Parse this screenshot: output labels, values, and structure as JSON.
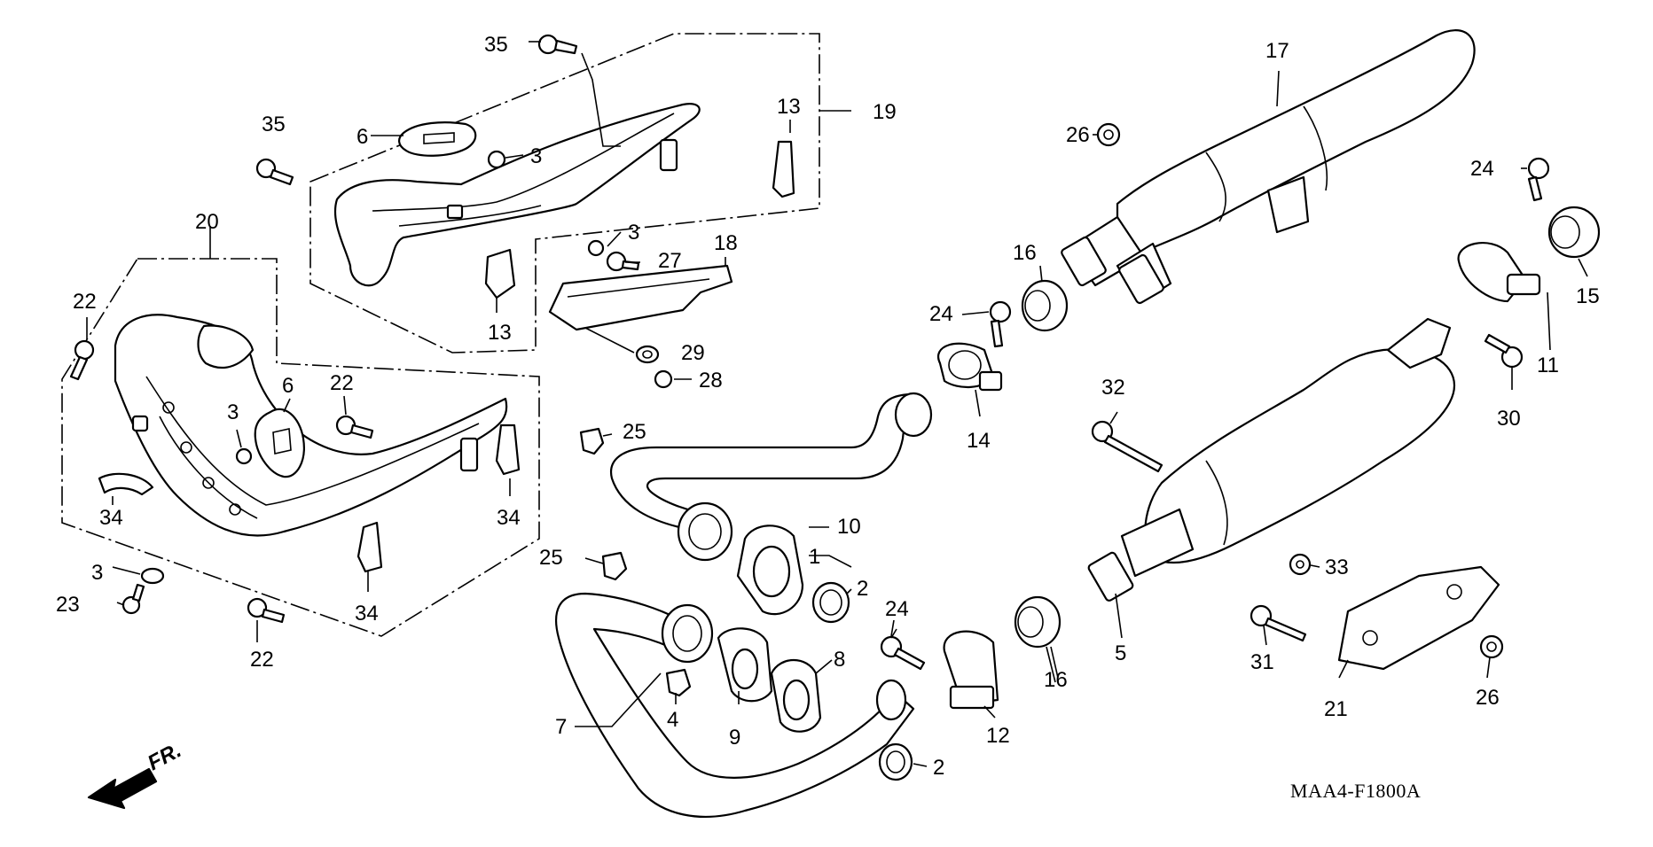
{
  "diagram": {
    "drawing_code": "MAA4-F1800A",
    "direction_label": "FR.",
    "callouts": [
      "35",
      "35",
      "6",
      "3",
      "13",
      "19",
      "20",
      "22",
      "3",
      "6",
      "22",
      "34",
      "34",
      "34",
      "3",
      "23",
      "22",
      "13",
      "3",
      "27",
      "18",
      "29",
      "28",
      "25",
      "25",
      "10",
      "1",
      "2",
      "24",
      "14",
      "16",
      "17",
      "26",
      "16",
      "24",
      "32",
      "15",
      "11",
      "30",
      "24",
      "7",
      "9",
      "4",
      "8",
      "2",
      "24",
      "12",
      "16",
      "5",
      "33",
      "31",
      "21",
      "26"
    ],
    "colors": {
      "line": "#000000",
      "background": "#ffffff"
    }
  }
}
